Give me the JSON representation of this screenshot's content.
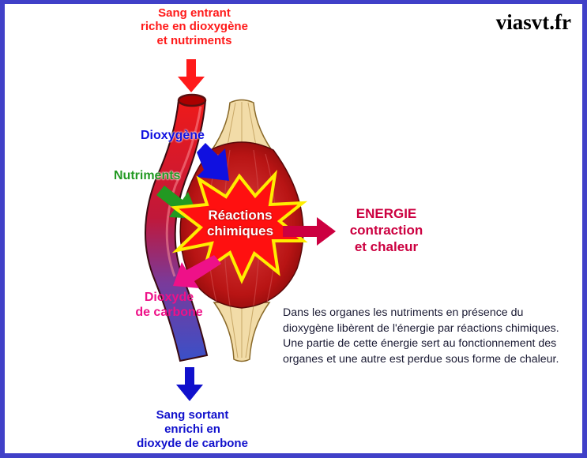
{
  "site_label": "viasvt.fr",
  "colors": {
    "frame": "#4040c8",
    "blood_in": "#ff1a1a",
    "blood_out": "#1010cc",
    "oxygen": "#1010e0",
    "nutrients": "#229922",
    "co2": "#ee1188",
    "energy": "#cc0040",
    "star_fill": "#ff1010",
    "star_outline": "#ffee00",
    "muscle": "#b01010",
    "tendon": "#f0d8a0"
  },
  "labels": {
    "blood_in": [
      "Sang entrant",
      "riche en dioxygène",
      "et nutriments"
    ],
    "oxygen": "Dioxygène",
    "nutrients": "Nutriments",
    "reactions": [
      "Réactions",
      "chimiques"
    ],
    "energy": [
      "ENERGIE",
      "contraction",
      "et chaleur"
    ],
    "co2": [
      "Dioxyde",
      "de carbone"
    ],
    "blood_out": [
      "Sang sortant",
      "enrichi en",
      "dioxyde de carbone"
    ]
  },
  "explanation": "Dans les organes les nutriments en présence du dioxygène libèrent de l'énergie par réactions chimiques. Une partie de cette énergie sert au fonctionnement des organes et une autre est perdue sous forme de chaleur."
}
